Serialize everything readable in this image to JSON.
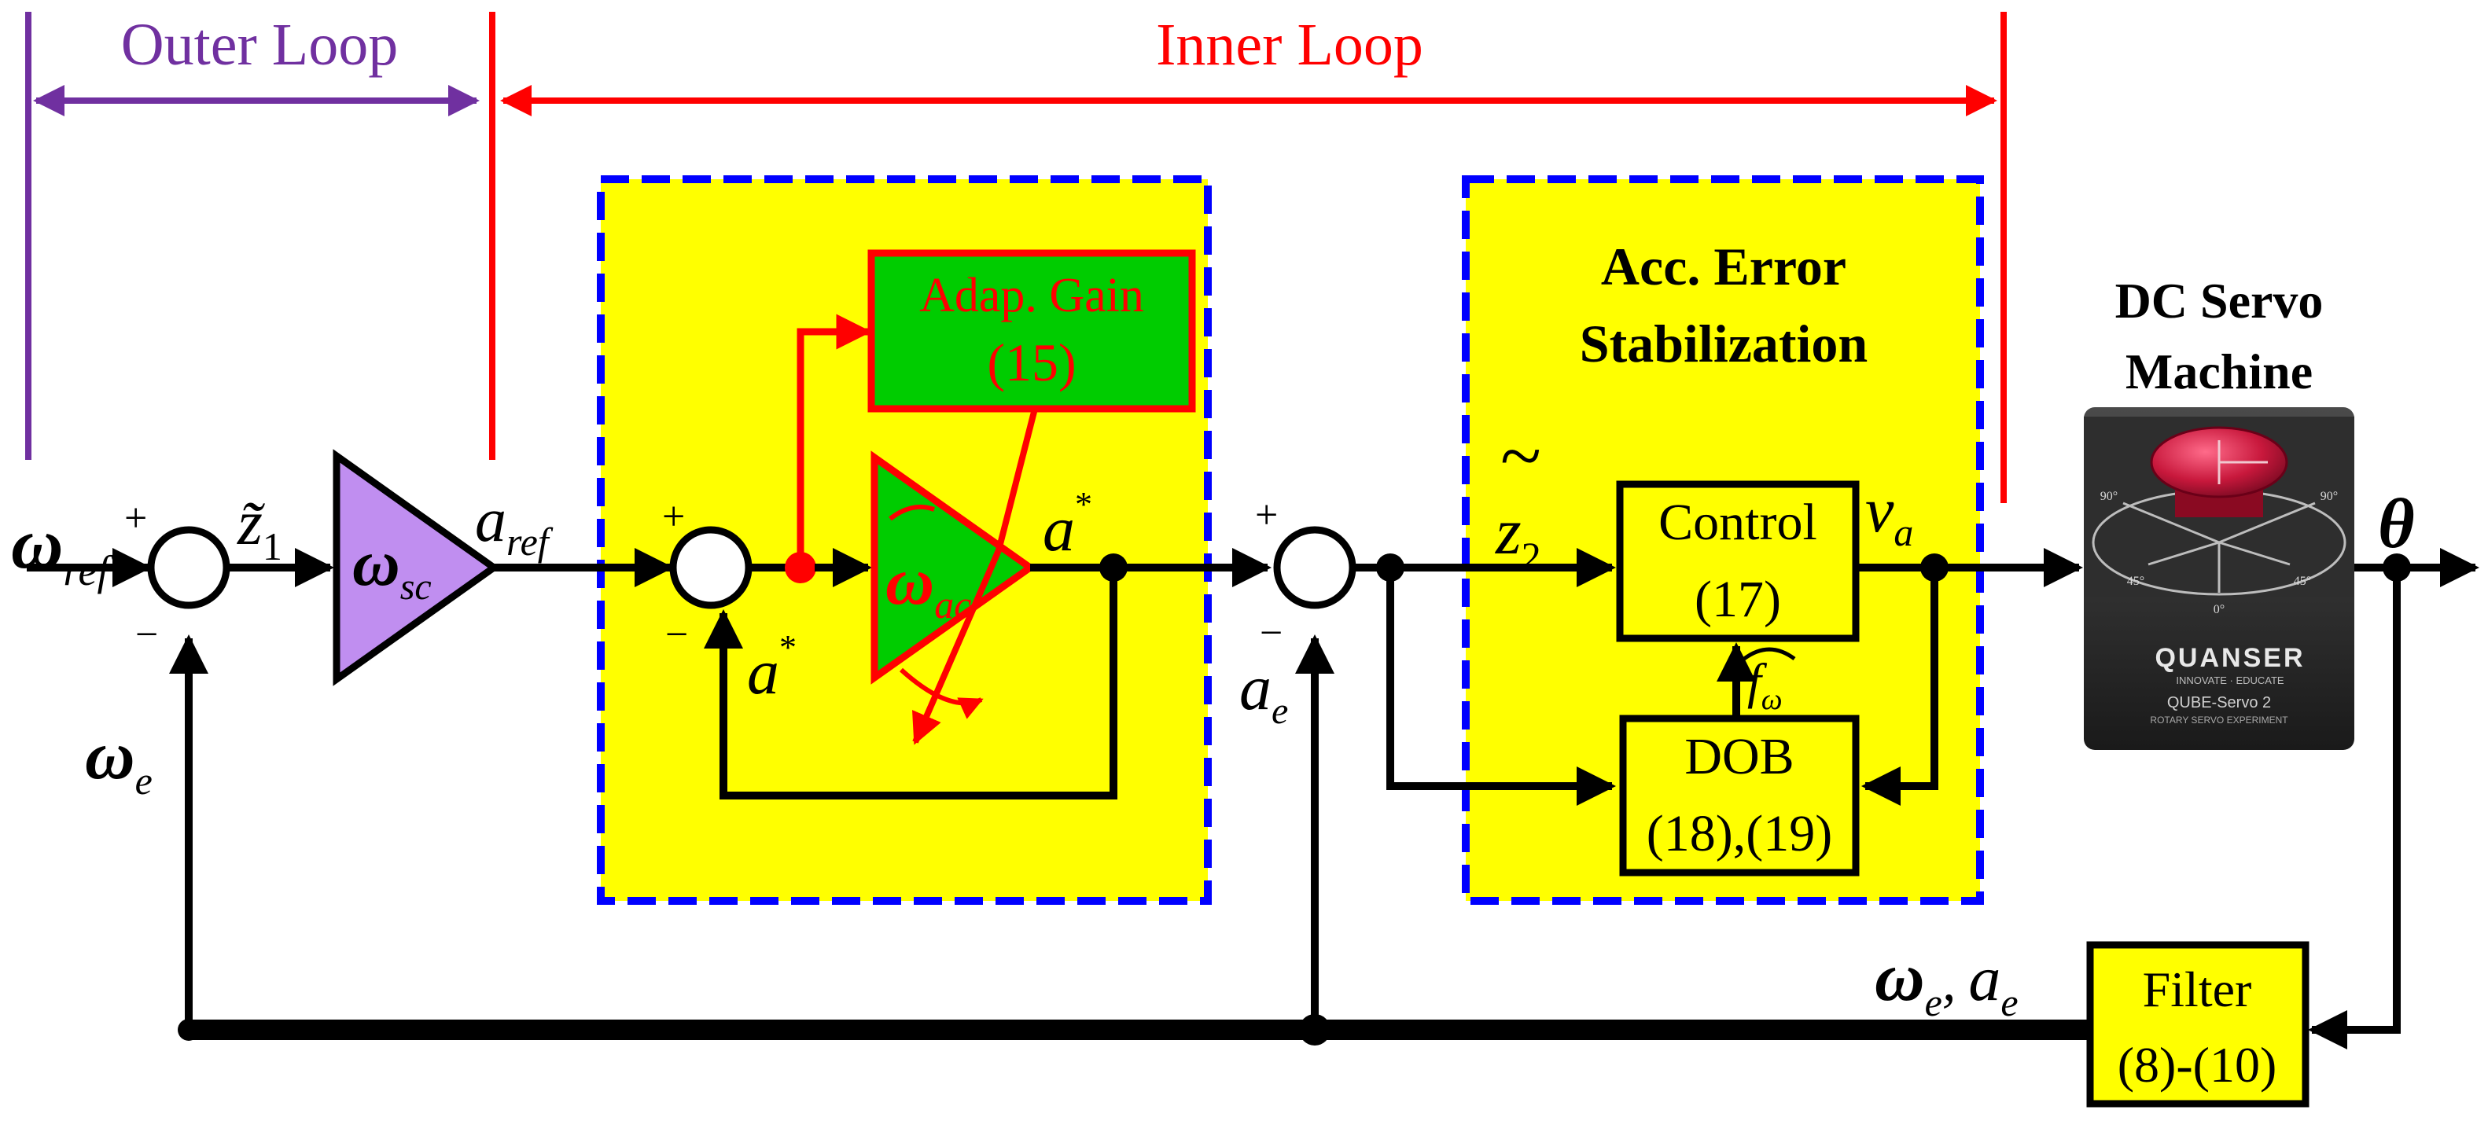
{
  "colors": {
    "outer_loop": "#7030a0",
    "inner_loop": "#ff0000",
    "highlight_box": "#ffff00",
    "dashed_border": "#0000ff",
    "adaptive_block": "#00cc00",
    "sc_gain": "#c08ef0",
    "wire": "#000000"
  },
  "loops": {
    "outer": "Outer Loop",
    "inner": "Inner Loop"
  },
  "signals": {
    "omega_ref_main": "ω",
    "omega_ref_sub": "ref",
    "z1_main": "z̃",
    "z1_sub": "1",
    "a_ref_main": "a",
    "a_ref_sub": "ref",
    "a_star": "a",
    "a_star_sup": "*",
    "a_e_main": "a",
    "a_e_sub": "e",
    "omega_e_main": "ω",
    "omega_e_sub": "e",
    "z2_main": "z",
    "z2_sub": "2",
    "z2_tilde": "~",
    "v_a_main": "v",
    "v_a_sub": "a",
    "theta": "θ",
    "f_omega_main": "f",
    "f_omega_sub": "ω",
    "feedback_omega": "ω",
    "feedback_omega_sub": "e",
    "feedback_sep": ",",
    "feedback_a": "a",
    "feedback_a_sub": "e"
  },
  "signs": {
    "plus": "+",
    "minus": "−"
  },
  "blocks": {
    "sc_gain_main": "ω",
    "sc_gain_sub": "sc",
    "ac_gain_main": "ω",
    "ac_gain_sub": "ac",
    "adap_gain_line1": "Adap. Gain",
    "adap_gain_line2": "(15)",
    "acc_error_title_line1": "Acc. Error",
    "acc_error_title_line2": "Stabilization",
    "control_line1": "Control",
    "control_line2": "(17)",
    "dob_line1": "DOB",
    "dob_line2": "(18),(19)",
    "filter_line1": "Filter",
    "filter_line2": "(8)-(10)",
    "dc_servo_line1": "DC Servo",
    "dc_servo_line2": "Machine"
  },
  "photo": {
    "brand": "QUANSER",
    "tagline": "INNOVATE · EDUCATE",
    "model": "QUBE-Servo 2",
    "model_sub": "ROTARY SERVO EXPERIMENT",
    "dial_90_left": "90°",
    "dial_45_left": "45°",
    "dial_0": "0°",
    "dial_45_right": "45°",
    "dial_90_right": "90°"
  }
}
